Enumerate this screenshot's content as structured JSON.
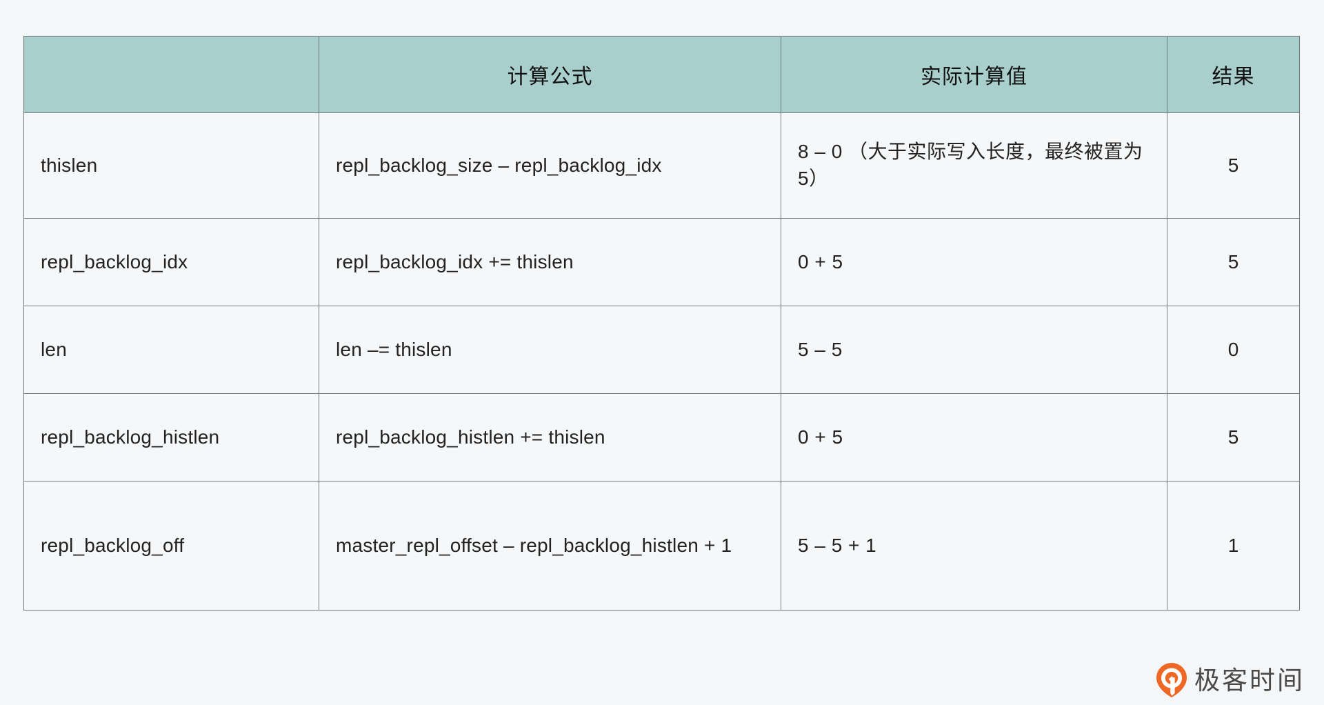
{
  "page": {
    "background_color": "#f4f6f7"
  },
  "table": {
    "header_bg": "#a9cfcd",
    "border_color": "#6f7b7d",
    "cell_bg": "#f5f7f8",
    "columns": [
      {
        "key": "variable",
        "label": ""
      },
      {
        "key": "formula",
        "label": "计算公式"
      },
      {
        "key": "value",
        "label": "实际计算值"
      },
      {
        "key": "result",
        "label": "结果"
      }
    ],
    "rows": [
      {
        "variable": "thislen",
        "formula": "repl_backlog_size – repl_backlog_idx",
        "value": "8 – 0 （大于实际写入长度，最终被置为5）",
        "result": "5"
      },
      {
        "variable": "repl_backlog_idx",
        "formula": "repl_backlog_idx += thislen",
        "value": "0 + 5",
        "result": "5"
      },
      {
        "variable": "len",
        "formula": "len –= thislen",
        "value": "5 – 5",
        "result": "0"
      },
      {
        "variable": "repl_backlog_histlen",
        "formula": "repl_backlog_histlen += thislen",
        "value": "0 + 5",
        "result": "5"
      },
      {
        "variable": "repl_backlog_off",
        "formula": "master_repl_offset – repl_backlog_histlen + 1",
        "value": "5 – 5 + 1",
        "result": "1"
      }
    ]
  },
  "watermark": {
    "icon": "geektime-pin-icon",
    "text": "极客时间",
    "accent_color": "#ef6724",
    "text_color": "#4a4a4a"
  }
}
